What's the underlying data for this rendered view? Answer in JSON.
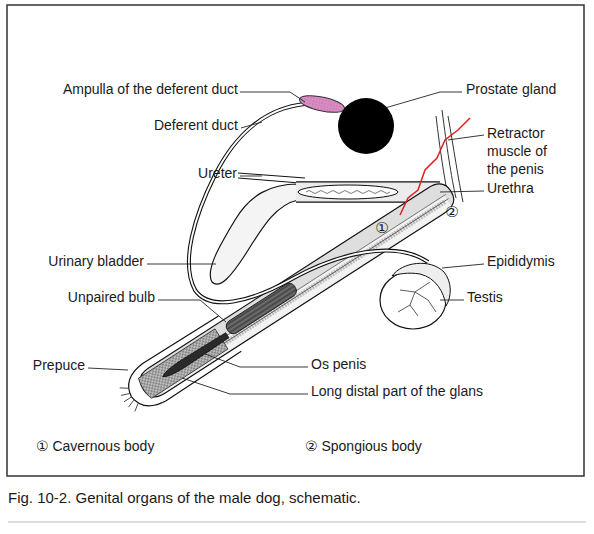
{
  "diagram": {
    "caption": "Fig. 10-2. Genital organs of the male dog, schematic.",
    "labels": [
      "Ampulla of the deferent duct",
      "Deferent duct",
      "Ureter",
      "Urinary bladder",
      "Unpaired bulb",
      "Prepuce",
      "Prostate gland",
      "Retractor muscle of the penis",
      "Urethra",
      "Epididymis",
      "Testis",
      "Os penis",
      "Long distal part of the glans",
      "①",
      "②"
    ],
    "legend": [
      {
        "text": "① Cavernous body"
      },
      {
        "text": "② Spongious body"
      }
    ]
  }
}
